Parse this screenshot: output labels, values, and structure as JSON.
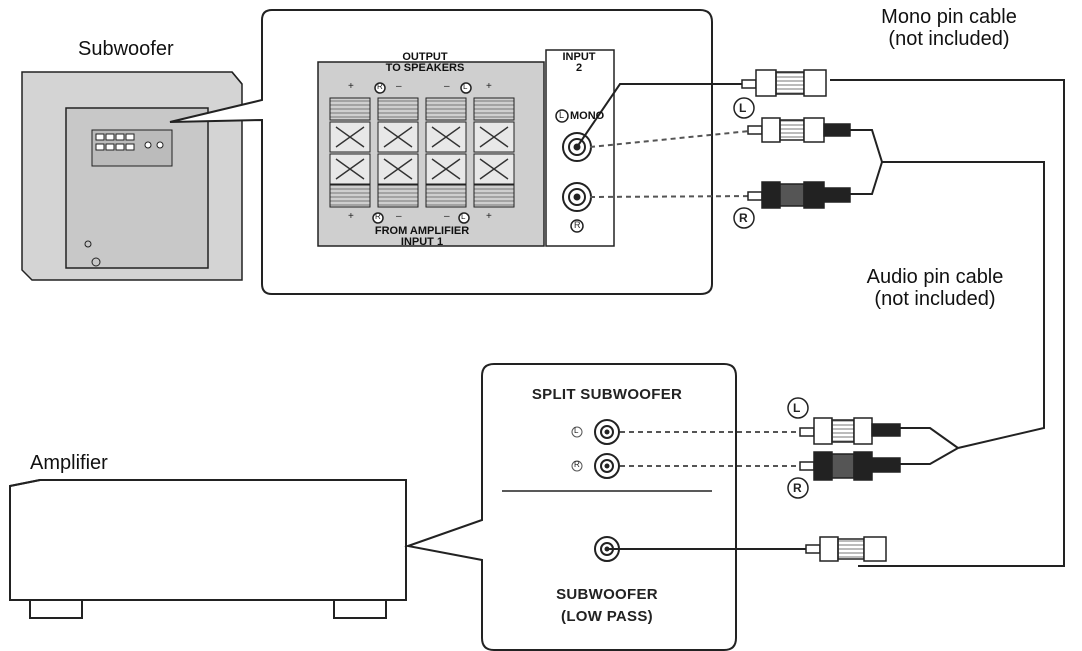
{
  "labels": {
    "subwoofer": "Subwoofer",
    "amplifier": "Amplifier",
    "mono_cable_line1": "Mono pin cable",
    "mono_cable_line2": "(not included)",
    "audio_cable_line1": "Audio pin cable",
    "audio_cable_line2": "(not included)"
  },
  "sub_panel": {
    "output_line1": "OUTPUT",
    "output_line2": "TO SPEAKERS",
    "from_amp_line1": "FROM AMPLIFIER",
    "from_amp_line2": "INPUT 1",
    "input2_line1": "INPUT",
    "input2_line2": "2",
    "mono_label": "MONO",
    "l_mark": "L",
    "r_mark": "R",
    "plus": "+",
    "minus": "–"
  },
  "amp_panel": {
    "split_title": "SPLIT SUBWOOFER",
    "l_mark": "L",
    "r_mark": "R",
    "lowpass_line1": "SUBWOOFER",
    "lowpass_line2": "(LOW PASS)"
  },
  "plug_marks": {
    "upper_l": "L",
    "upper_r": "R",
    "lower_l": "L",
    "lower_r": "R"
  }
}
